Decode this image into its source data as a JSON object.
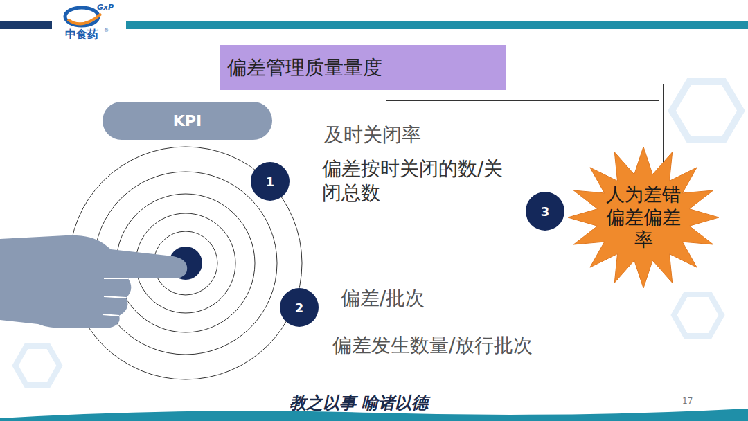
{
  "diagram": {
    "title": "偏差管理质量量度",
    "nodes": [
      {
        "text": [
          "KPI"
        ]
      },
      {
        "text": [
          "1"
        ]
      },
      {
        "text": [
          "3"
        ]
      },
      {
        "text": [
          "人为差错偏差偏差率"
        ]
      },
      {
        "text": [
          "2"
        ]
      }
    ],
    "labels": [
      "GxP",
      "中食药",
      "®",
      "及时关闭率",
      "偏差按时关闭的数/关闭总数",
      "偏差/批次",
      "偏差发生数量/放行批次",
      "教之以事 喻诸以德",
      "17"
    ]
  }
}
